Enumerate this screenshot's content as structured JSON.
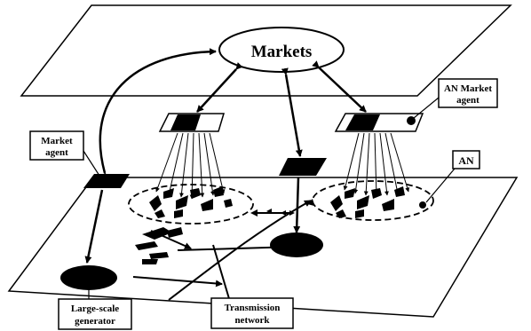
{
  "labels": {
    "markets": "Markets",
    "an_market_agent_line1": "AN Market",
    "an_market_agent_line2": "agent",
    "market_agent_line1": "Market",
    "market_agent_line2": "agent",
    "an": "AN",
    "large_scale_generator_line1": "Large-scale",
    "large_scale_generator_line2": "generator",
    "transmission_network_line1": "Transmission",
    "transmission_network_line2": "network"
  },
  "colors": {
    "ink": "#000000",
    "paper": "#ffffff"
  }
}
